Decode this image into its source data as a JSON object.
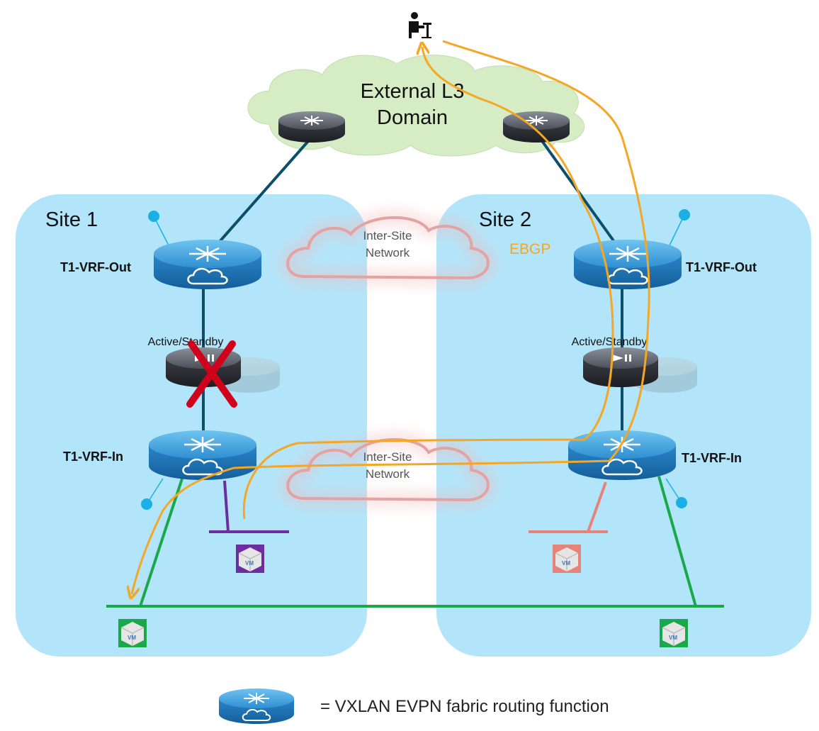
{
  "external": {
    "line1": "External L3",
    "line2": "Domain"
  },
  "sites": [
    {
      "label": "Site 1",
      "vrf_out": "T1-VRF-Out",
      "vrf_in": "T1-VRF-In",
      "ha": "Active/Standby"
    },
    {
      "label": "Site 2",
      "vrf_out": "T1-VRF-Out",
      "vrf_in": "T1-VRF-In",
      "ha": "Active/Standby"
    }
  ],
  "inter_site": {
    "top": {
      "line1": "Inter-Site",
      "line2": "Network"
    },
    "bottom": {
      "line1": "Inter-Site",
      "line2": "Network"
    }
  },
  "ebgp": "EBGP",
  "vm_label": "VM",
  "legend": "= VXLAN EVPN fabric routing function",
  "colors": {
    "site_bg": "#b3e5fa",
    "link": "#0b4f6c",
    "green": "#1aa84a",
    "purple": "#6c2d9e",
    "salmon": "#e7847a",
    "path": "#f5a623",
    "fail": "#d0021b",
    "cloud_ext": "#d6ecc5",
    "cloud_inter": "#e4a3a3",
    "endpoint": "#1ab0e6"
  }
}
